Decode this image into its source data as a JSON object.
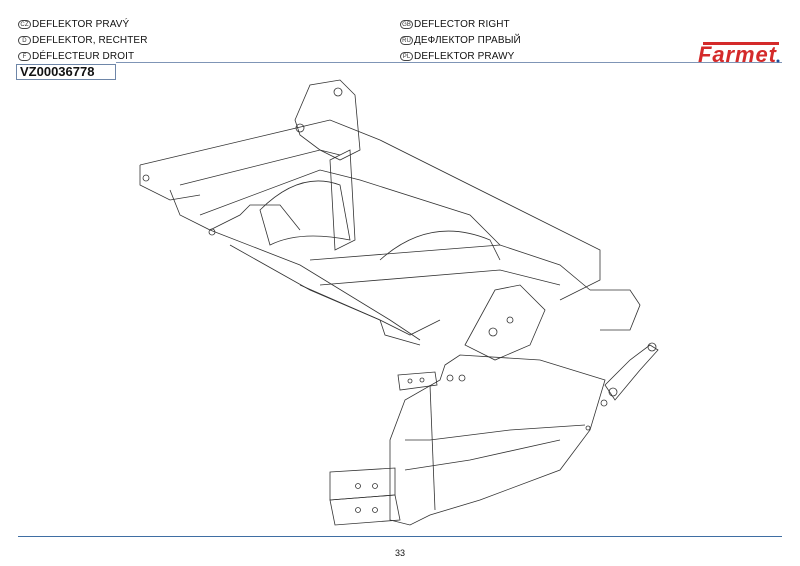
{
  "header": {
    "titles_left": [
      {
        "lang": "CZ",
        "text": "DEFLEKTOR PRAVÝ"
      },
      {
        "lang": "D",
        "text": "DEFLEKTOR, RECHTER"
      },
      {
        "lang": "F",
        "text": "DÉFLECTEUR DROIT"
      }
    ],
    "titles_right": [
      {
        "lang": "GB",
        "text": "DEFLECTOR RIGHT"
      },
      {
        "lang": "RU",
        "text": "ДЕФЛЕКТОР ПРАВЫЙ"
      },
      {
        "lang": "PL",
        "text": "DEFLEKTOR PRAWY"
      }
    ],
    "part_code": "VZ00036778",
    "logo_text": "Farmet",
    "logo_color": "#d42a2a",
    "logo_accent": "#1d4f9c"
  },
  "footer": {
    "page_number": "33"
  }
}
